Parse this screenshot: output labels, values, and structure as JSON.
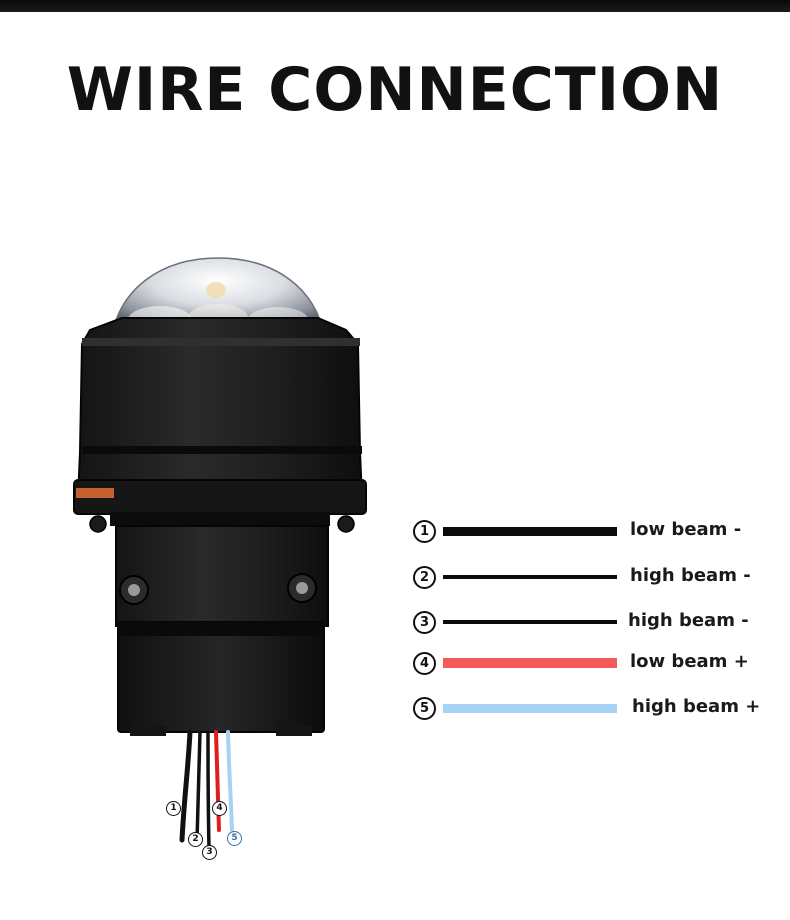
{
  "title": "WIRE CONNECTION",
  "wire_legend": [
    {
      "num": "1",
      "label": "low beam -",
      "color": "#0b0b0b"
    },
    {
      "num": "2",
      "label": "high beam -",
      "color": "#0b0b0b"
    },
    {
      "num": "3",
      "label": "high beam -",
      "color": "#0b0b0b"
    },
    {
      "num": "4",
      "label": "low beam +",
      "color": "#f45a5a"
    },
    {
      "num": "5",
      "label": "high beam +",
      "color": "#a4d3f5"
    }
  ],
  "wire_tag_numbers": [
    "1",
    "2",
    "3",
    "4",
    "5"
  ]
}
